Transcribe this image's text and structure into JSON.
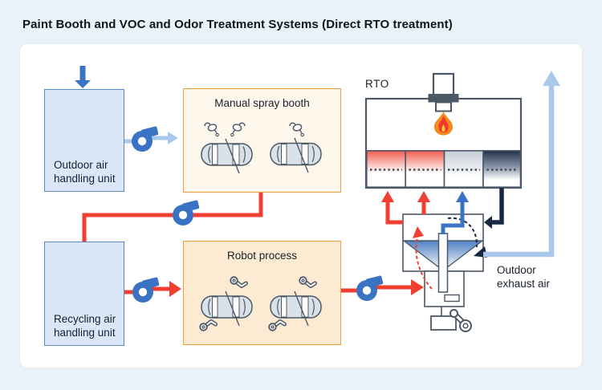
{
  "title": "Paint Booth and VOC and Odor Treatment Systems (Direct RTO treatment)",
  "boxes": {
    "outdoor_ahu": {
      "line1": "Outdoor air",
      "line2": "handling unit"
    },
    "recycling_ahu": {
      "line1": "Recycling air",
      "line2": "handling unit"
    },
    "manual_booth": {
      "label": "Manual spray booth"
    },
    "robot_process": {
      "label": "Robot process"
    }
  },
  "rto": {
    "label": "RTO"
  },
  "exhaust": {
    "line1": "Outdoor",
    "line2": "exhaust air"
  },
  "icons": [
    "fan-blower-icon",
    "down-arrow-icon",
    "flame-icon",
    "burner-stack-icon",
    "spray-gun-icon",
    "robot-arm-icon",
    "car-body-icon",
    "funnel-icon",
    "crank-handle-icon",
    "dashed-flow-arrow",
    "exhaust-up-arrow"
  ],
  "colors": {
    "background": "#E9F2F8",
    "panel": "#FFFFFF",
    "accent_red": "#F03E31",
    "accent_blue": "#3B73C4",
    "accent_light_blue": "#A9C8EC",
    "accent_navy": "#192842",
    "structure_gray": "#4D5866",
    "booth_border_orange": "#F0A037",
    "ahu_fill": "#DBE7F6",
    "ahu_border": "#5988C8",
    "manual_booth_fill": "#FEF8EC",
    "robot_booth_fill": "#FCEBD2",
    "flame_orange": "#F6891E",
    "hot_cell_red": "#F25A4D",
    "cool_cell_gray": "#C6CED7",
    "cool_cell_navy": "#22324C",
    "funnel_blue": "#4F80C3"
  }
}
